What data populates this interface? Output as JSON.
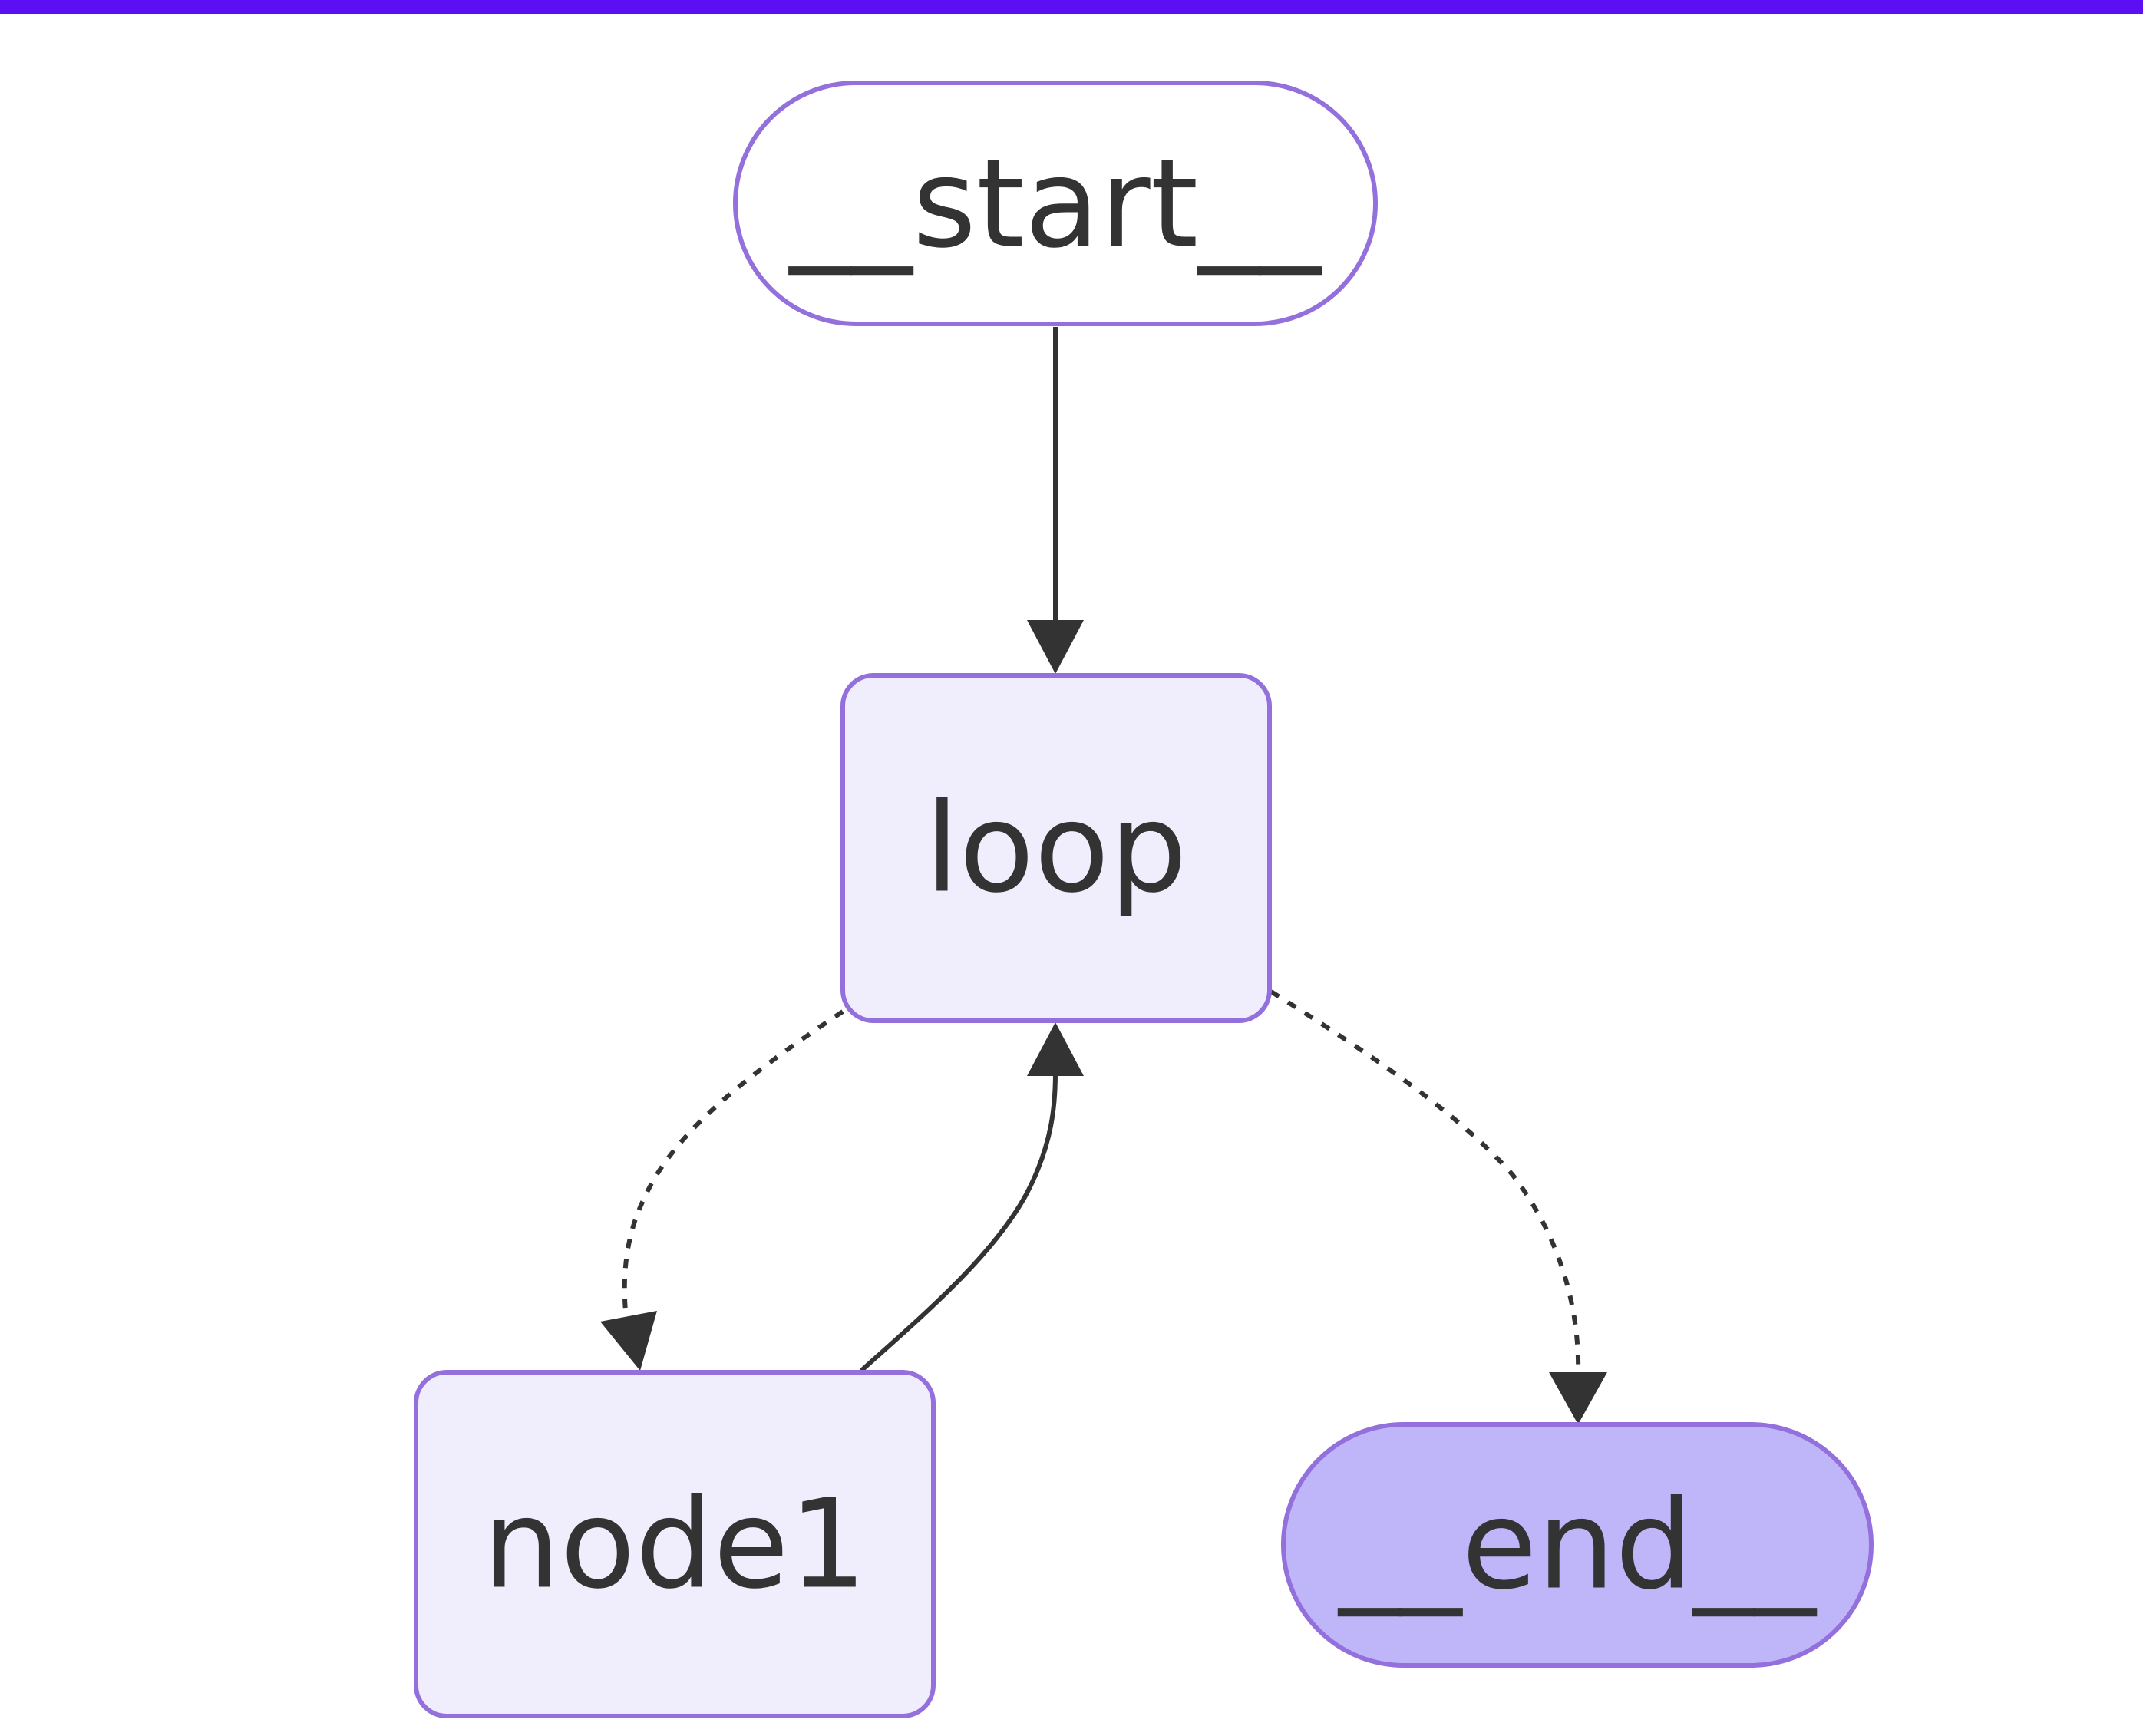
{
  "diagram": {
    "type": "flowchart",
    "colors": {
      "top_bar": "#5b0ff2",
      "node_fill": "#f0eefc",
      "node_stroke": "#9370db",
      "start_fill": "#ffffff",
      "end_fill": "#bfb6f9",
      "edge": "#333333",
      "text": "#333333"
    },
    "nodes": {
      "start": {
        "label": "__start__",
        "shape": "stadium"
      },
      "loop": {
        "label": "loop",
        "shape": "rounded-rect"
      },
      "node1": {
        "label": "node1",
        "shape": "rounded-rect"
      },
      "end": {
        "label": "__end__",
        "shape": "stadium"
      }
    },
    "edges": [
      {
        "from": "__start__",
        "to": "loop",
        "style": "solid"
      },
      {
        "from": "loop",
        "to": "node1",
        "style": "dotted"
      },
      {
        "from": "node1",
        "to": "loop",
        "style": "solid"
      },
      {
        "from": "loop",
        "to": "__end__",
        "style": "dotted"
      }
    ]
  }
}
